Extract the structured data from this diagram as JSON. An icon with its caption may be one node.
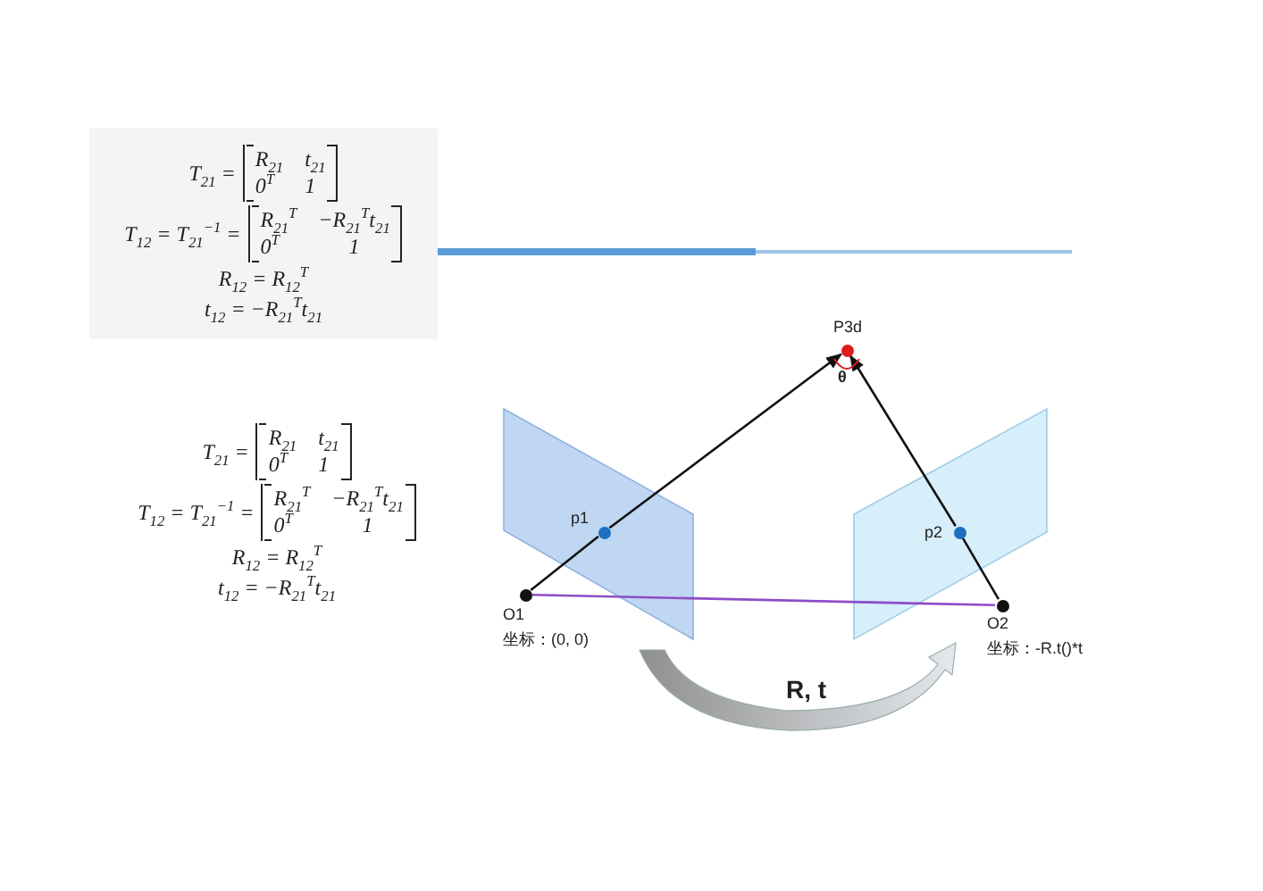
{
  "diagram": {
    "nodes": [
      {
        "text": [
          "O1",
          "坐标：(0, 0)"
        ]
      },
      {
        "text": [
          "O2",
          "坐标：-R.t()*t"
        ]
      },
      {
        "text": [
          "P3d"
        ]
      },
      {
        "text": [
          "p1"
        ]
      },
      {
        "text": [
          "p2"
        ]
      }
    ],
    "edges": [
      {
        "from": 0,
        "to": 3,
        "arrow": "none"
      },
      {
        "from": 3,
        "to": 2,
        "arrow": "to"
      },
      {
        "from": 1,
        "to": 4,
        "arrow": "none"
      },
      {
        "from": 4,
        "to": 2,
        "arrow": "to"
      },
      {
        "from": 0,
        "to": 1,
        "arrow": "none",
        "color": "#8e4cc8"
      }
    ],
    "labels": [
      "T$_{21}$ =",
      "R$_{21}$",
      "t$_{21}$",
      "0$^{T}$",
      "1",
      "T$_{12}$ = T$_{21}$$^{−1}$ =",
      "R$_{21}$$^{T}$",
      "−R$_{21}$$^{T}$t$_{21}$",
      "0$^{T}$",
      "1",
      "R$_{12}$ = R$_{12}$$^{T}$",
      "t$_{12}$ = −R$_{21}$$^{T}$t$_{21}$",
      "T$_{21}$ =",
      "R$_{21}$",
      "t$_{21}$",
      "0$^{T}$",
      "1",
      "T$_{12}$ = T$_{21}$$^{−1}$ =",
      "R$_{21}$$^{T}$",
      "−R$_{21}$$^{T}$t$_{21}$",
      "0$^{T}$",
      "1",
      "R$_{12}$ = R$_{12}$$^{T}$",
      "t$_{12}$ = −R$_{21}$$^{T}$t$_{21}$",
      "θ",
      "R, t"
    ]
  }
}
